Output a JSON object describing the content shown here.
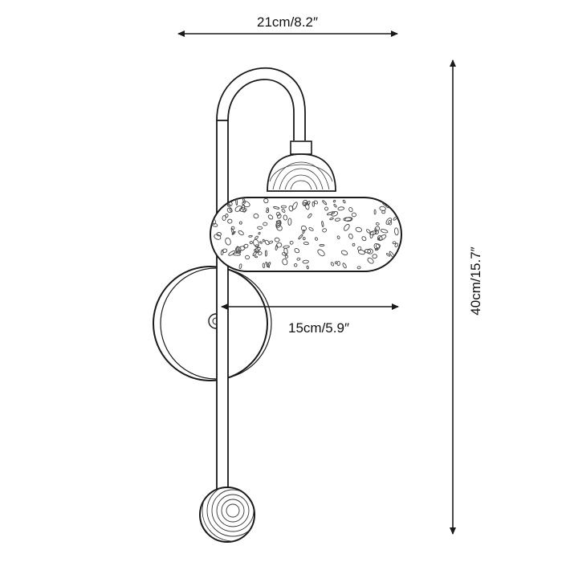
{
  "dimensions": {
    "width_overall": "21cm/8.2″",
    "depth": "15cm/5.9″",
    "height": "40cm/15.7″"
  },
  "colors": {
    "line": "#1a1a1a",
    "arrow": "#1a1a1a",
    "fill": "#ffffff"
  }
}
